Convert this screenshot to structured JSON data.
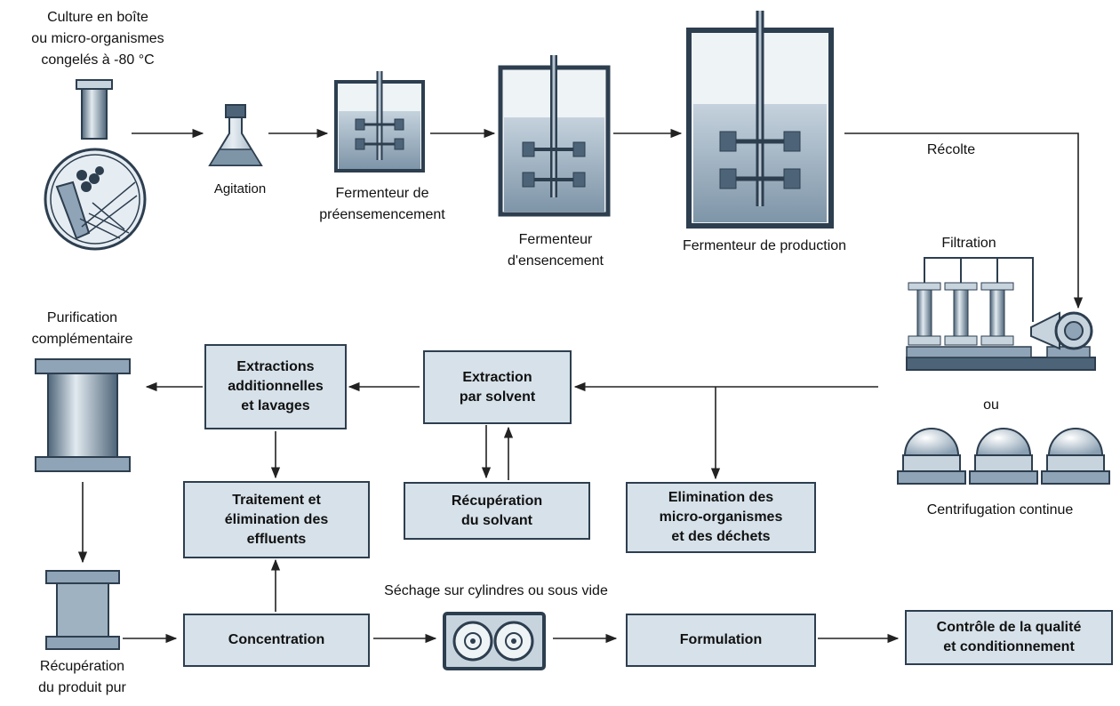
{
  "labels": {
    "culture": "Culture en boîte\nou micro-organismes\ncongelés à -80 °C",
    "agitation": "Agitation",
    "fermenteur_pre": "Fermenteur de\npréensemencement",
    "fermenteur_ens": "Fermenteur\nd'ensencement",
    "fermenteur_prod": "Fermenteur de production",
    "recolte": "Récolte",
    "filtration": "Filtration",
    "ou": "ou",
    "centrifugation": "Centrifugation continue",
    "purification": "Purification\ncomplémentaire",
    "recuperation_produit": "Récupération\ndu produit pur",
    "sechage": "Séchage sur cylindres ou sous vide"
  },
  "boxes": {
    "extractions_add": "Extractions\nadditionnelles\net lavages",
    "extraction_solvent": "Extraction\npar solvent",
    "traitement": "Traitement et\nélimination des\neffluents",
    "recuperation_solvant": "Récupération\ndu solvant",
    "elimination": "Elimination des\nmicro-organismes\net des déchets",
    "concentration": "Concentration",
    "formulation": "Formulation",
    "controle": "Contrôle de la qualité\net conditionnement"
  }
}
